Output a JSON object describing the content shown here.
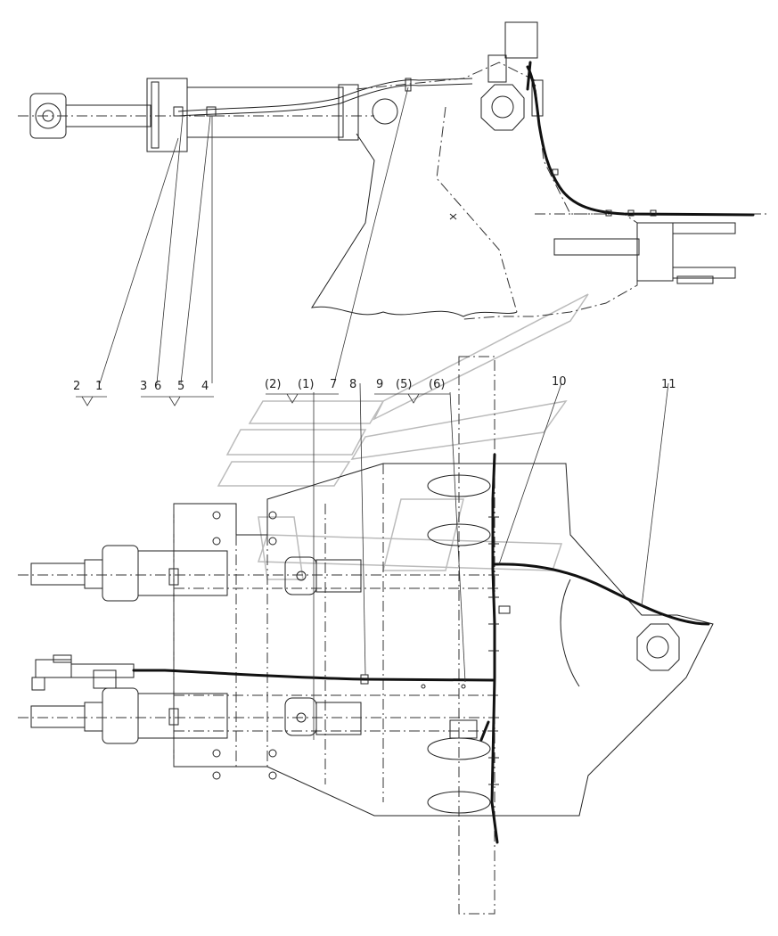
{
  "callouts": {
    "c2": "2",
    "c1": "1",
    "c3": "3",
    "c6": "6",
    "c5": "5",
    "c4": "4",
    "p2": "(2)",
    "p1": "(1)",
    "c7": "7",
    "c8": "8",
    "c9": "9",
    "p5": "(5)",
    "p6": "(6)",
    "c10": "10",
    "c11": "11"
  }
}
